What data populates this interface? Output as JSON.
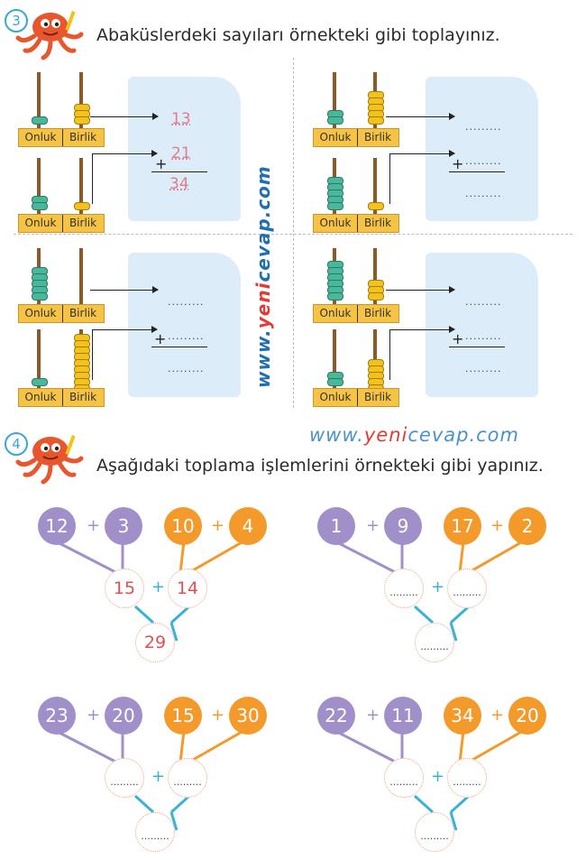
{
  "q3": {
    "number": "3",
    "instruction": "Abaküslerdeki sayıları örnekteki gibi toplayınız.",
    "abacus_label_tens": "Onluk",
    "abacus_label_ones": "Birlik",
    "placeholder": ".........",
    "example": {
      "a": "13",
      "b": "21",
      "sum": "34"
    },
    "plus": "+"
  },
  "watermark": {
    "prefix": "www.",
    "yeni": "yeni",
    "cevap": "cevap",
    "suffix": ".com"
  },
  "q4": {
    "number": "4",
    "instruction": "Aşağıdaki toplama işlemlerini örnekteki gibi yapınız.",
    "plus": "+",
    "placeholder": ".........",
    "trees": [
      {
        "a": "12",
        "b": "3",
        "c": "10",
        "d": "4",
        "left": "15",
        "right": "14",
        "total": "29"
      },
      {
        "a": "1",
        "b": "9",
        "c": "17",
        "d": "2",
        "left": ".........",
        "right": ".........",
        "total": "........."
      },
      {
        "a": "23",
        "b": "20",
        "c": "15",
        "d": "30",
        "left": ".........",
        "right": ".........",
        "total": "........."
      },
      {
        "a": "22",
        "b": "11",
        "c": "34",
        "d": "20",
        "left": ".........",
        "right": ".........",
        "total": "........."
      }
    ]
  },
  "colors": {
    "purple": "#a08fc9",
    "orange": "#f39a2b",
    "blue_line": "#39b2d8",
    "example_red": "#e57a8a"
  }
}
